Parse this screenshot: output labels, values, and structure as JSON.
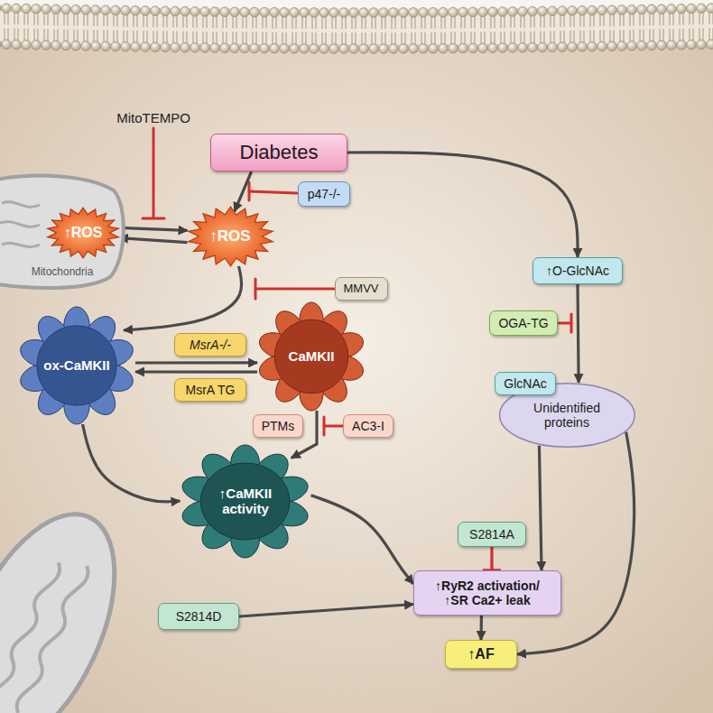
{
  "diagram": {
    "nodes": [
      {
        "text": [
          "Diabetes"
        ]
      },
      {
        "text": [
          "p47-/-"
        ]
      },
      {
        "text": [
          "Mitochondria"
        ]
      },
      {
        "text": [
          "↑ROS"
        ],
        "in": 2
      },
      {
        "text": [
          "↑ROS"
        ]
      },
      {
        "text": [
          "↑O-GlcNAc"
        ]
      },
      {
        "text": [
          "MMVV"
        ]
      },
      {
        "text": [
          "OGA-TG"
        ]
      },
      {
        "text": [
          "ox-CaMKII"
        ]
      },
      {
        "text": [
          "MsrA-/-"
        ]
      },
      {
        "text": [
          "CaMKII"
        ]
      },
      {
        "text": [
          "MsrA TG"
        ]
      },
      {
        "text": [
          "GlcNAc"
        ]
      },
      {
        "text": [
          "Unidentified proteins"
        ]
      },
      {
        "text": [
          "PTMs"
        ]
      },
      {
        "text": [
          "AC3-I"
        ]
      },
      {
        "text": [
          "↑CaMKII activity"
        ]
      },
      {
        "text": [
          "S2814A"
        ]
      },
      {
        "text": [
          "↑RyR2 activation/ ↑SR Ca2+ leak"
        ]
      },
      {
        "text": [
          "S2814D"
        ]
      },
      {
        "text": [
          "↑AF"
        ]
      }
    ],
    "edges": [
      {
        "from": 0,
        "to": 4,
        "arrow": "to"
      },
      {
        "from": 0,
        "to": 5,
        "arrow": "to"
      },
      {
        "from": 3,
        "to": 4,
        "arrow": "to"
      },
      {
        "from": 4,
        "to": 3,
        "arrow": "to"
      },
      {
        "from": 4,
        "to": 8,
        "arrow": "to"
      },
      {
        "from": 8,
        "to": 10,
        "arrow": "to"
      },
      {
        "from": 10,
        "to": 8,
        "arrow": "to"
      },
      {
        "from": 8,
        "to": 16,
        "arrow": "to"
      },
      {
        "from": 10,
        "to": 16,
        "arrow": "to"
      },
      {
        "from": 16,
        "to": 18,
        "arrow": "to"
      },
      {
        "from": 17,
        "to": 18,
        "arrow": "to"
      },
      {
        "from": 19,
        "to": 18,
        "arrow": "to"
      },
      {
        "from": 5,
        "to": 13,
        "arrow": "to"
      },
      {
        "from": 13,
        "to": 18,
        "arrow": "to"
      },
      {
        "from": 13,
        "to": 20,
        "arrow": "to"
      },
      {
        "from": 18,
        "to": 20,
        "arrow": "to"
      }
    ],
    "labels": [
      "MitoTEMPO"
    ]
  }
}
